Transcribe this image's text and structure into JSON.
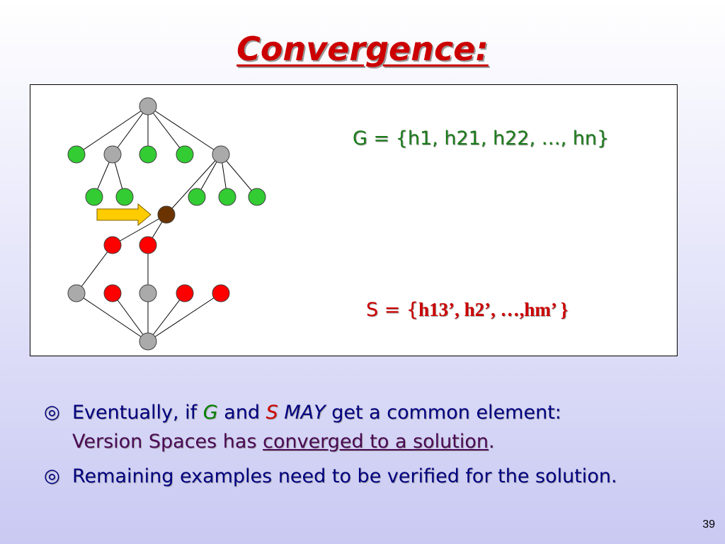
{
  "slide": {
    "title": "Convergence:",
    "page_number": "39"
  },
  "diagram": {
    "g_label": "G = {h1, h21, h22, …, hn}",
    "s_label_prefix": "S = {",
    "s_label_set": "h13’, h2’, …,hm’ }",
    "node_colors": {
      "gray": "#aaaaaa",
      "green": "#33cc33",
      "red": "#ff0000",
      "brown": "#6b3300",
      "arrow": "#ffcc00"
    }
  },
  "bullets": {
    "icon": "◎",
    "b1_pre": "Eventually, if ",
    "b1_g": "G",
    "b1_and": " and ",
    "b1_s": "S",
    "b1_may": " MAY",
    "b1_post": " get a common element:",
    "b1_line2_pre": "Version Spaces has ",
    "b1_link": "converged to a solution",
    "b1_end": ".",
    "b2_text": "Remaining examples need to be verified for the solution."
  }
}
